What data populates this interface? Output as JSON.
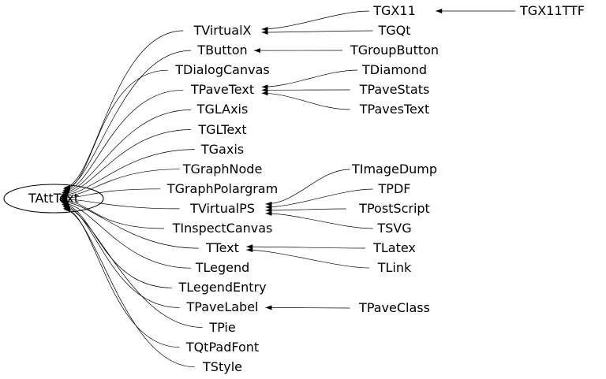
{
  "root": {
    "id": "TAttText",
    "label": "TAttText"
  },
  "columns": {
    "level1": [
      {
        "id": "TVirtualX",
        "label": "TVirtualX"
      },
      {
        "id": "TButton",
        "label": "TButton"
      },
      {
        "id": "TDialogCanvas",
        "label": "TDialogCanvas"
      },
      {
        "id": "TPaveText",
        "label": "TPaveText"
      },
      {
        "id": "TGLAxis",
        "label": "TGLAxis"
      },
      {
        "id": "TGLText",
        "label": "TGLText"
      },
      {
        "id": "TGaxis",
        "label": "TGaxis"
      },
      {
        "id": "TGraphNode",
        "label": "TGraphNode"
      },
      {
        "id": "TGraphPolargram",
        "label": "TGraphPolargram"
      },
      {
        "id": "TVirtualPS",
        "label": "TVirtualPS"
      },
      {
        "id": "TInspectCanvas",
        "label": "TInspectCanvas"
      },
      {
        "id": "TText",
        "label": "TText"
      },
      {
        "id": "TLegend",
        "label": "TLegend"
      },
      {
        "id": "TLegendEntry",
        "label": "TLegendEntry"
      },
      {
        "id": "TPaveLabel",
        "label": "TPaveLabel"
      },
      {
        "id": "TPie",
        "label": "TPie"
      },
      {
        "id": "TQtPadFont",
        "label": "TQtPadFont"
      },
      {
        "id": "TStyle",
        "label": "TStyle"
      }
    ],
    "level2": [
      {
        "id": "TGX11",
        "label": "TGX11",
        "parent": "TVirtualX"
      },
      {
        "id": "TGQt",
        "label": "TGQt",
        "parent": "TVirtualX"
      },
      {
        "id": "TGroupButton",
        "label": "TGroupButton",
        "parent": "TButton"
      },
      {
        "id": "TDiamond",
        "label": "TDiamond",
        "parent": "TPaveText"
      },
      {
        "id": "TPaveStats",
        "label": "TPaveStats",
        "parent": "TPaveText"
      },
      {
        "id": "TPavesText",
        "label": "TPavesText",
        "parent": "TPaveText"
      },
      {
        "id": "TImageDump",
        "label": "TImageDump",
        "parent": "TVirtualPS"
      },
      {
        "id": "TPDF",
        "label": "TPDF",
        "parent": "TVirtualPS"
      },
      {
        "id": "TPostScript",
        "label": "TPostScript",
        "parent": "TVirtualPS"
      },
      {
        "id": "TSVG",
        "label": "TSVG",
        "parent": "TVirtualPS"
      },
      {
        "id": "TLatex",
        "label": "TLatex",
        "parent": "TText"
      },
      {
        "id": "TLink",
        "label": "TLink",
        "parent": "TText"
      },
      {
        "id": "TPaveClass",
        "label": "TPaveClass",
        "parent": "TPaveLabel"
      }
    ],
    "level3": [
      {
        "id": "TGX11TTF",
        "label": "TGX11TTF",
        "parent": "TGX11"
      }
    ]
  }
}
